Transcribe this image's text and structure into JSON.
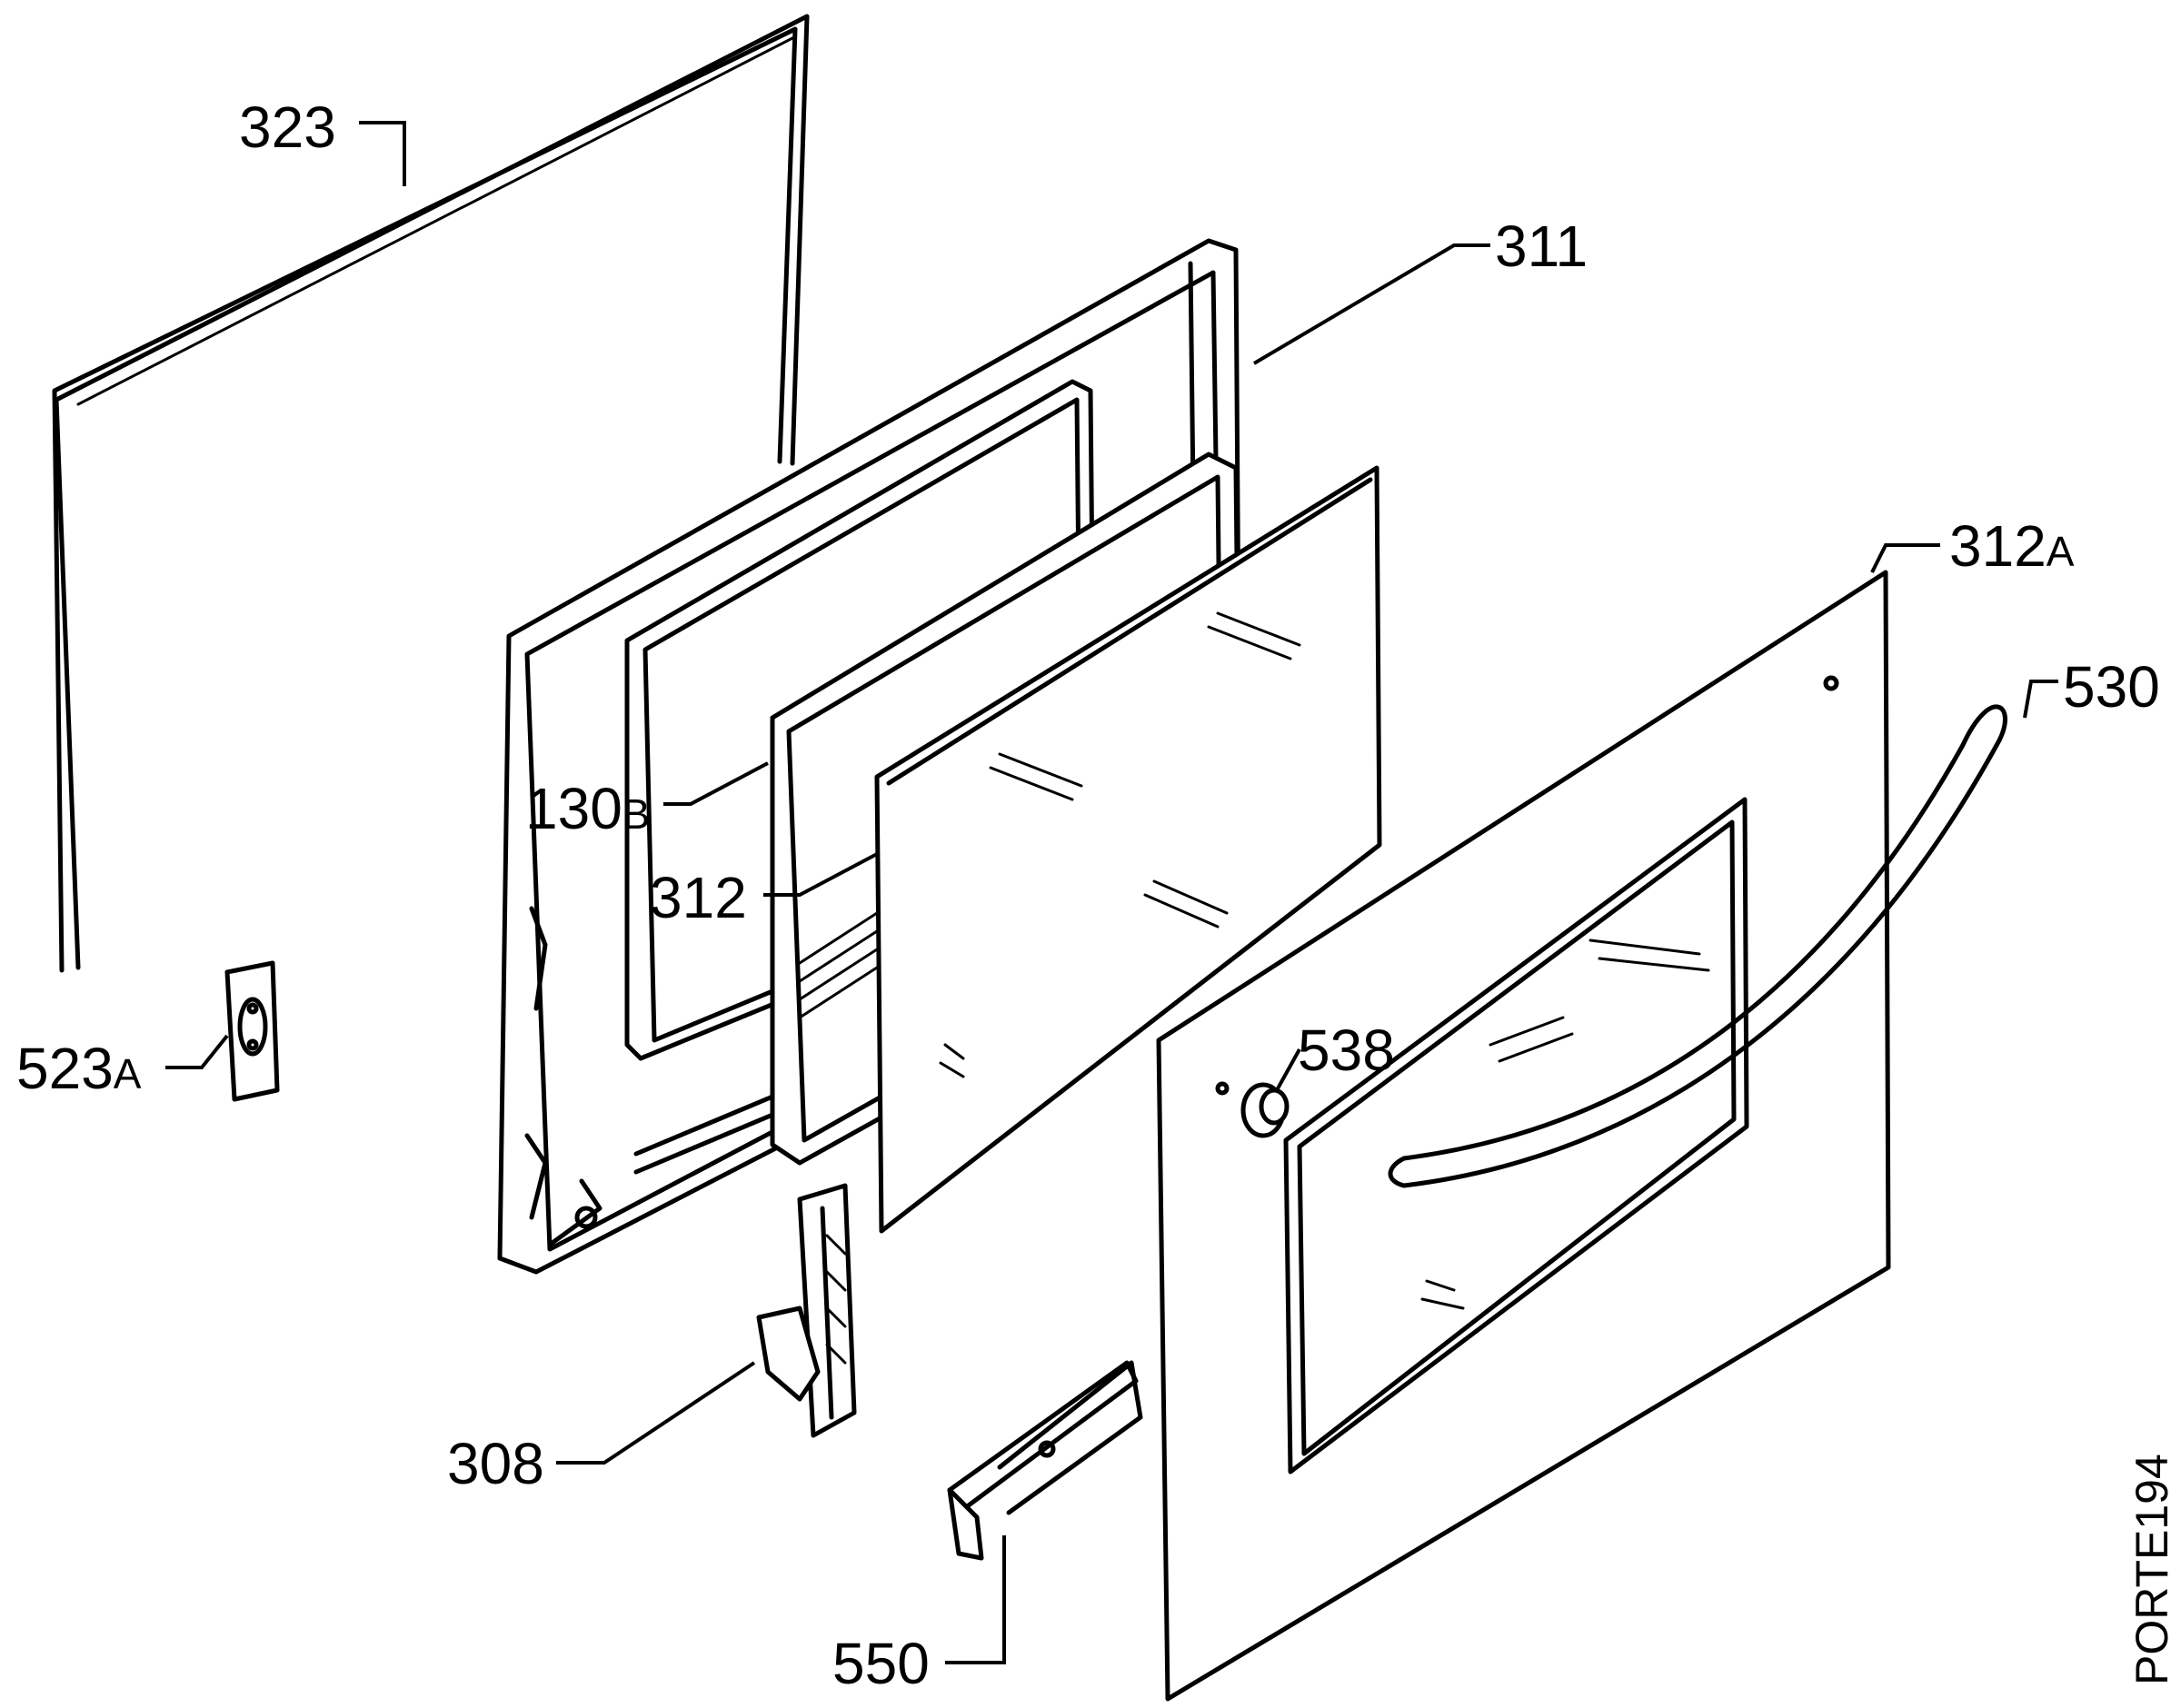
{
  "diagram": {
    "reference_code": "PORTE194",
    "callouts": [
      {
        "id": "323",
        "number": "323",
        "suffix": ""
      },
      {
        "id": "311",
        "number": "311",
        "suffix": ""
      },
      {
        "id": "312a",
        "number": "312",
        "suffix": "A"
      },
      {
        "id": "530",
        "number": "530",
        "suffix": ""
      },
      {
        "id": "130b",
        "number": "130",
        "suffix": "B"
      },
      {
        "id": "312",
        "number": "312",
        "suffix": ""
      },
      {
        "id": "523a",
        "number": "523",
        "suffix": "A"
      },
      {
        "id": "538",
        "number": "538",
        "suffix": ""
      },
      {
        "id": "308",
        "number": "308",
        "suffix": ""
      },
      {
        "id": "550",
        "number": "550",
        "suffix": ""
      }
    ]
  }
}
